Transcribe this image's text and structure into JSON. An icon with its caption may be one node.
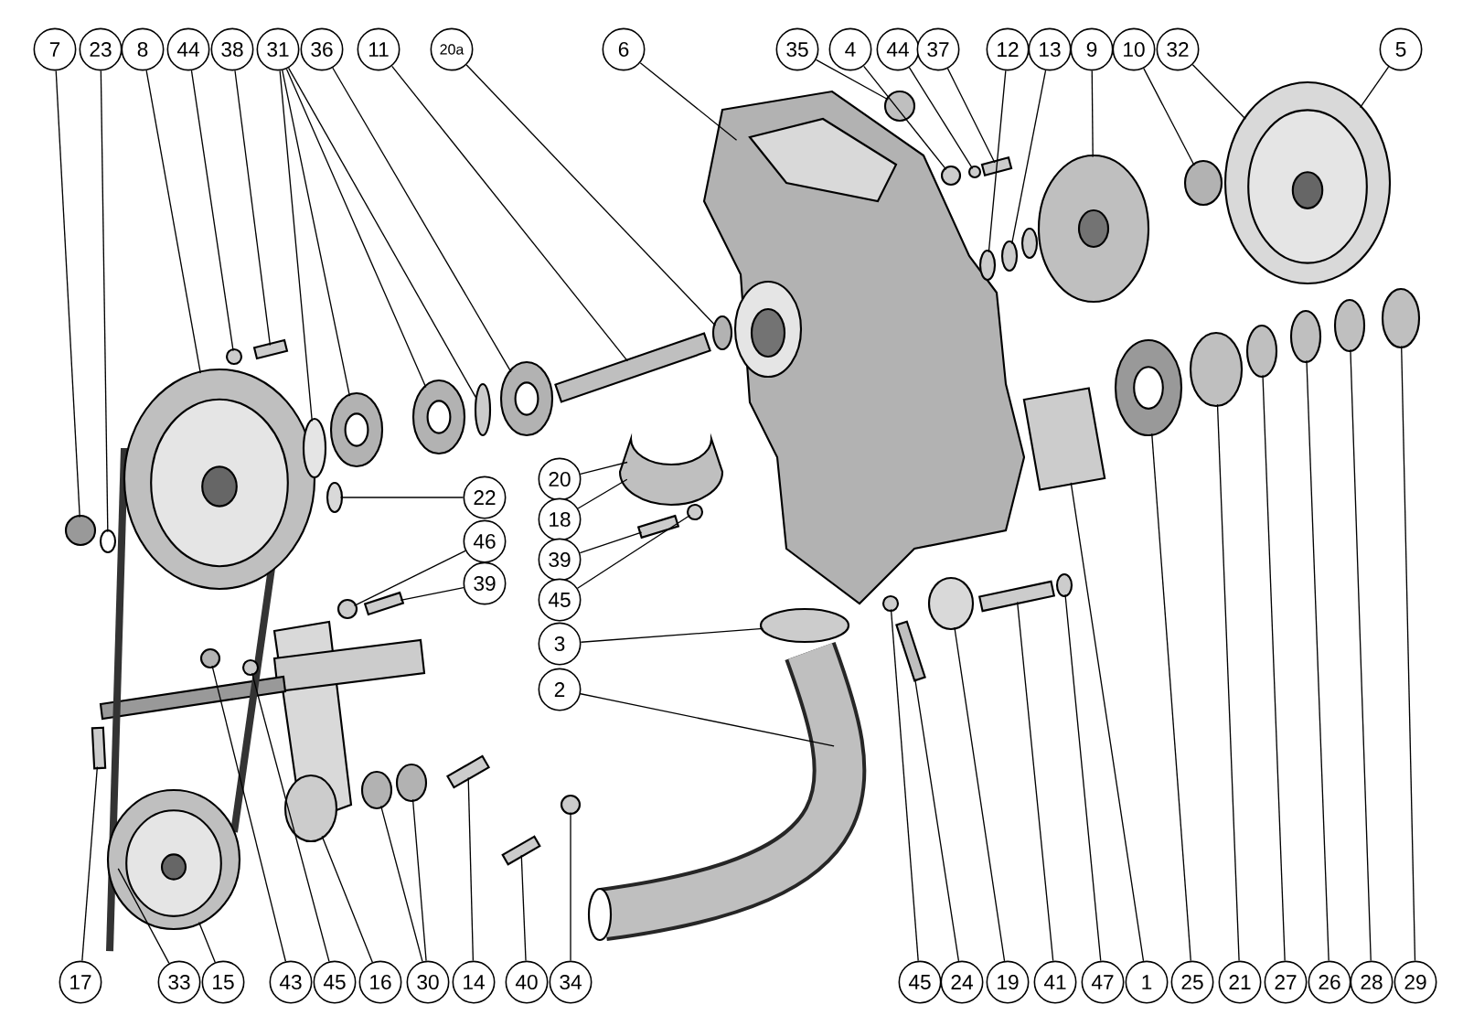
{
  "diagram": {
    "nodes": [
      {
        "text": [
          "7"
        ]
      },
      {
        "text": [
          "23"
        ]
      },
      {
        "text": [
          "8"
        ]
      },
      {
        "text": [
          "44"
        ]
      },
      {
        "text": [
          "38"
        ]
      },
      {
        "text": [
          "31"
        ]
      },
      {
        "text": [
          "36"
        ]
      },
      {
        "text": [
          "11"
        ]
      },
      {
        "text": [
          "20a"
        ]
      },
      {
        "text": [
          "6"
        ]
      },
      {
        "text": [
          "35"
        ]
      },
      {
        "text": [
          "4"
        ]
      },
      {
        "text": [
          "44"
        ]
      },
      {
        "text": [
          "37"
        ]
      },
      {
        "text": [
          "12"
        ]
      },
      {
        "text": [
          "13"
        ]
      },
      {
        "text": [
          "9"
        ]
      },
      {
        "text": [
          "10"
        ]
      },
      {
        "text": [
          "32"
        ]
      },
      {
        "text": [
          "5"
        ]
      },
      {
        "text": [
          "22"
        ]
      },
      {
        "text": [
          "46"
        ]
      },
      {
        "text": [
          "39"
        ]
      },
      {
        "text": [
          "20"
        ]
      },
      {
        "text": [
          "18"
        ]
      },
      {
        "text": [
          "39"
        ]
      },
      {
        "text": [
          "45"
        ]
      },
      {
        "text": [
          "3"
        ]
      },
      {
        "text": [
          "2"
        ]
      },
      {
        "text": [
          "17"
        ]
      },
      {
        "text": [
          "33"
        ]
      },
      {
        "text": [
          "15"
        ]
      },
      {
        "text": [
          "43"
        ]
      },
      {
        "text": [
          "45"
        ]
      },
      {
        "text": [
          "16"
        ]
      },
      {
        "text": [
          "30"
        ]
      },
      {
        "text": [
          "14"
        ]
      },
      {
        "text": [
          "40"
        ]
      },
      {
        "text": [
          "34"
        ]
      },
      {
        "text": [
          "45"
        ]
      },
      {
        "text": [
          "24"
        ]
      },
      {
        "text": [
          "19"
        ]
      },
      {
        "text": [
          "41"
        ]
      },
      {
        "text": [
          "47"
        ]
      },
      {
        "text": [
          "1"
        ]
      },
      {
        "text": [
          "25"
        ]
      },
      {
        "text": [
          "21"
        ]
      },
      {
        "text": [
          "27"
        ]
      },
      {
        "text": [
          "26"
        ]
      },
      {
        "text": [
          "28"
        ]
      },
      {
        "text": [
          "29"
        ]
      },
      {
        "text": [],
        "shape": "circle"
      },
      {
        "text": [],
        "shape": "circle"
      },
      {
        "text": [],
        "shape": "circle"
      },
      {
        "text": [],
        "shape": "bar"
      },
      {
        "text": [],
        "shape": "circle"
      },
      {
        "text": [],
        "shape": "picture"
      },
      {
        "text": [],
        "shape": "picture"
      },
      {
        "text": [],
        "shape": "circle"
      },
      {
        "text": [],
        "shape": "picture"
      },
      {
        "text": [],
        "shape": "bar"
      },
      {
        "text": [],
        "shape": "circle"
      },
      {
        "text": [],
        "shape": "circle"
      },
      {
        "text": [],
        "shape": "circle"
      },
      {
        "text": [],
        "shape": "bar"
      },
      {
        "text": [],
        "shape": "picture"
      },
      {
        "text": [],
        "shape": "bar"
      },
      {
        "text": [],
        "shape": "circle"
      },
      {
        "text": [],
        "shape": "picture"
      },
      {
        "text": [],
        "shape": "circle"
      },
      {
        "text": [],
        "shape": "circle"
      },
      {
        "text": [],
        "shape": "circle"
      },
      {
        "text": [],
        "shape": "bar"
      },
      {
        "text": [],
        "shape": "circle"
      },
      {
        "text": [],
        "shape": "circle"
      },
      {
        "text": [],
        "shape": "picture"
      },
      {
        "text": [],
        "shape": "circle"
      },
      {
        "text": [],
        "shape": "picture"
      },
      {
        "text": [],
        "shape": "circle"
      },
      {
        "text": [],
        "shape": "picture"
      },
      {
        "text": [],
        "shape": "bar"
      },
      {
        "text": [],
        "shape": "bar"
      },
      {
        "text": [],
        "shape": "picture"
      },
      {
        "text": [],
        "shape": "picture"
      },
      {
        "text": [],
        "shape": "picture"
      },
      {
        "text": [],
        "shape": "circle"
      },
      {
        "text": [],
        "shape": "circle"
      },
      {
        "text": [],
        "shape": "circle"
      },
      {
        "text": [],
        "shape": "circle"
      },
      {
        "text": [],
        "shape": "circle"
      },
      {
        "text": [],
        "shape": "bar"
      },
      {
        "text": [],
        "shape": "bar"
      },
      {
        "text": [],
        "shape": "circle"
      },
      {
        "text": [],
        "shape": "circle"
      },
      {
        "text": [],
        "shape": "bar"
      },
      {
        "text": [],
        "shape": "circle"
      },
      {
        "text": [],
        "shape": "bar"
      },
      {
        "text": [],
        "shape": "circle"
      },
      {
        "text": [],
        "shape": "picture"
      },
      {
        "text": [],
        "shape": "circle"
      },
      {
        "text": [],
        "shape": "circle"
      },
      {
        "text": [],
        "shape": "circle"
      },
      {
        "text": [],
        "shape": "circle"
      },
      {
        "text": [],
        "shape": "circle"
      }
    ],
    "edges": [
      {
        "from": 0,
        "to": 51,
        "arrow": "none"
      },
      {
        "from": 1,
        "to": 52,
        "arrow": "none"
      },
      {
        "from": 2,
        "to": 84,
        "arrow": "none"
      },
      {
        "from": 3,
        "to": 53,
        "arrow": "none"
      },
      {
        "from": 4,
        "to": 54,
        "arrow": "none"
      },
      {
        "from": 5,
        "to": 55,
        "arrow": "none"
      },
      {
        "from": 5,
        "to": 56,
        "arrow": "none"
      },
      {
        "from": 5,
        "to": 57,
        "arrow": "none"
      },
      {
        "from": 5,
        "to": 58,
        "arrow": "none"
      },
      {
        "from": 6,
        "to": 59,
        "arrow": "none"
      },
      {
        "from": 7,
        "to": 60,
        "arrow": "none"
      },
      {
        "from": 8,
        "to": 61,
        "arrow": "none"
      },
      {
        "from": 9,
        "to": 68,
        "arrow": "none"
      },
      {
        "from": 10,
        "to": 69,
        "arrow": "none"
      },
      {
        "from": 11,
        "to": 70,
        "arrow": "none"
      },
      {
        "from": 12,
        "to": 71,
        "arrow": "none"
      },
      {
        "from": 13,
        "to": 72,
        "arrow": "none"
      },
      {
        "from": 14,
        "to": 73,
        "arrow": "none"
      },
      {
        "from": 15,
        "to": 74,
        "arrow": "none"
      },
      {
        "from": 16,
        "to": 75,
        "arrow": "none"
      },
      {
        "from": 17,
        "to": 76,
        "arrow": "none"
      },
      {
        "from": 18,
        "to": 77,
        "arrow": "none"
      },
      {
        "from": 19,
        "to": 77,
        "arrow": "none"
      },
      {
        "from": 20,
        "to": 62,
        "arrow": "none"
      },
      {
        "from": 21,
        "to": 63,
        "arrow": "none"
      },
      {
        "from": 22,
        "to": 64,
        "arrow": "none"
      },
      {
        "from": 23,
        "to": 65,
        "arrow": "none"
      },
      {
        "from": 24,
        "to": 65,
        "arrow": "none"
      },
      {
        "from": 25,
        "to": 66,
        "arrow": "none"
      },
      {
        "from": 26,
        "to": 67,
        "arrow": "none"
      },
      {
        "from": 27,
        "to": 78,
        "arrow": "none"
      },
      {
        "from": 28,
        "to": 79,
        "arrow": "none"
      },
      {
        "from": 29,
        "to": 81,
        "arrow": "none"
      },
      {
        "from": 30,
        "to": 82,
        "arrow": "none"
      },
      {
        "from": 31,
        "to": 83,
        "arrow": "none"
      },
      {
        "from": 32,
        "to": 85,
        "arrow": "none"
      },
      {
        "from": 33,
        "to": 86,
        "arrow": "none"
      },
      {
        "from": 34,
        "to": 87,
        "arrow": "none"
      },
      {
        "from": 35,
        "to": 88,
        "arrow": "none"
      },
      {
        "from": 35,
        "to": 89,
        "arrow": "none"
      },
      {
        "from": 36,
        "to": 90,
        "arrow": "none"
      },
      {
        "from": 37,
        "to": 91,
        "arrow": "none"
      },
      {
        "from": 38,
        "to": 92,
        "arrow": "none"
      },
      {
        "from": 39,
        "to": 93,
        "arrow": "none"
      },
      {
        "from": 40,
        "to": 94,
        "arrow": "none"
      },
      {
        "from": 41,
        "to": 95,
        "arrow": "none"
      },
      {
        "from": 42,
        "to": 96,
        "arrow": "none"
      },
      {
        "from": 43,
        "to": 97,
        "arrow": "none"
      },
      {
        "from": 44,
        "to": 80,
        "arrow": "none"
      },
      {
        "from": 45,
        "to": 98,
        "arrow": "none"
      },
      {
        "from": 46,
        "to": 99,
        "arrow": "none"
      },
      {
        "from": 47,
        "to": 100,
        "arrow": "none"
      },
      {
        "from": 48,
        "to": 101,
        "arrow": "none"
      },
      {
        "from": 49,
        "to": 102,
        "arrow": "none"
      },
      {
        "from": 50,
        "to": 103,
        "arrow": "none"
      }
    ]
  }
}
